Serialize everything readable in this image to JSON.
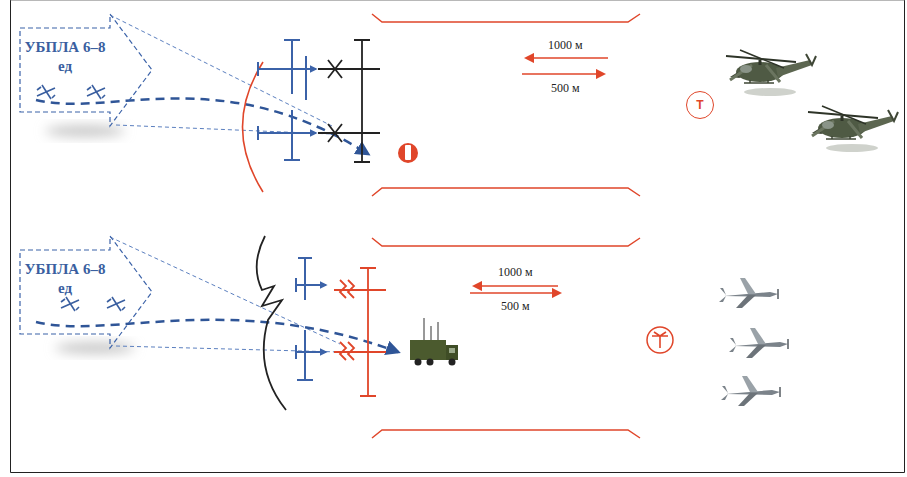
{
  "diagram": {
    "nodes": [
      {
        "text": [
          "УБПЛА 6–8 ед"
        ]
      },
      {
        "text": [
          "Т"
        ]
      },
      {
        "text": [
          "УБПЛА 6–8 ед"
        ]
      }
    ],
    "labels": [
      "1000 м",
      "500 м",
      "1000 м",
      "500 м"
    ]
  }
}
